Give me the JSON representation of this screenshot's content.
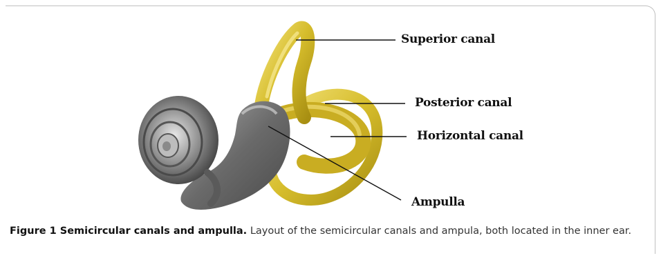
{
  "figure": {
    "labels": {
      "superior": "Superior canal",
      "posterior": "Posterior canal",
      "horizontal": "Horizontal canal",
      "ampulla": "Ampulla"
    }
  },
  "caption": {
    "title": "Figure 1 Semicircular canals and ampulla.",
    "text": "Layout of the semicircular canals and ampula, both located in the inner ear."
  },
  "colors": {
    "canal": "#d9c23a",
    "cochlea": "#7a7a7a",
    "frame": "#bfbfbf"
  }
}
